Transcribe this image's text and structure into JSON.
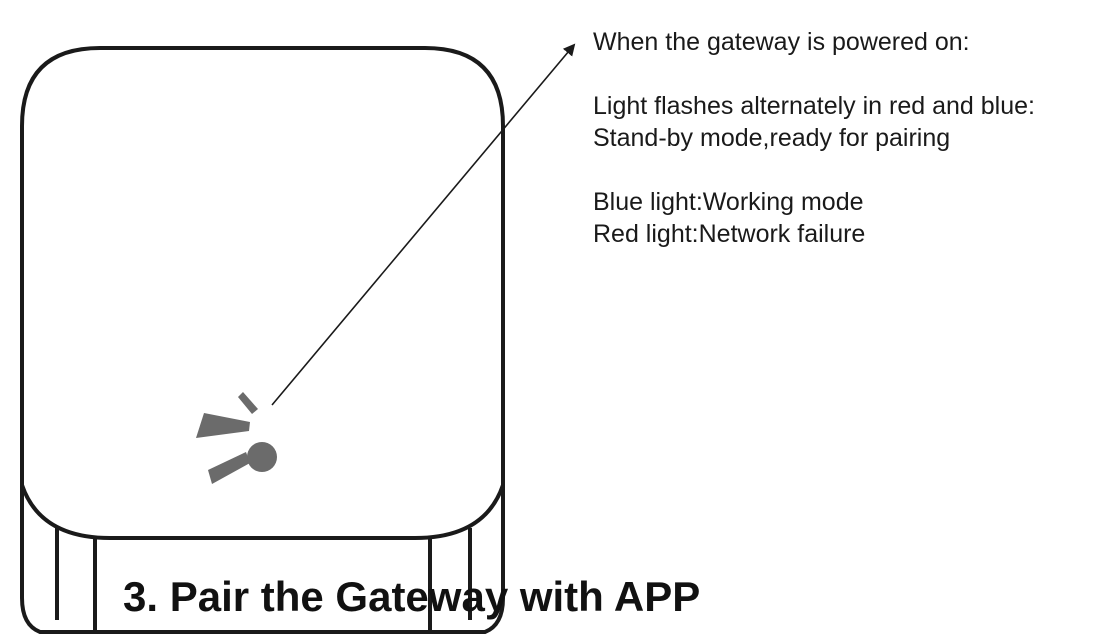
{
  "annotation": {
    "lines": [
      "When the gateway is powered on:",
      "",
      "Light flashes alternately in red and blue:",
      "Stand-by mode,ready for pairing",
      "",
      "Blue light:Working mode",
      "Red light:Network failure"
    ]
  },
  "section_heading": "3. Pair the Gateway with APP",
  "icons": {
    "indicator": "indicator-light-icon"
  },
  "colors": {
    "outline": "#1a1a1a",
    "indicator": "#6b6b6b"
  }
}
